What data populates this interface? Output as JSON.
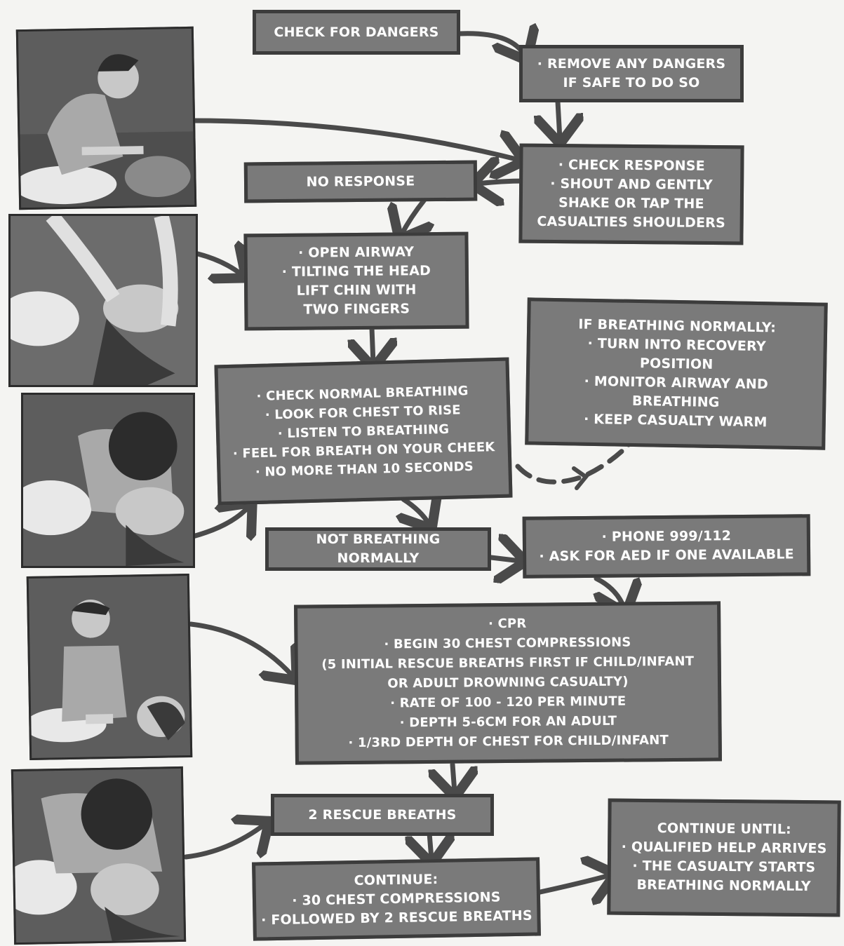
{
  "boxes": {
    "check_dangers": {
      "lines": [
        "CHECK FOR DANGERS"
      ]
    },
    "remove_dangers": {
      "lines": [
        "· REMOVE ANY DANGERS",
        "IF SAFE TO DO SO"
      ]
    },
    "check_response": {
      "lines": [
        "· CHECK RESPONSE",
        "· SHOUT AND GENTLY",
        "SHAKE OR TAP THE",
        "CASUALTIES SHOULDERS"
      ]
    },
    "no_response": {
      "lines": [
        "NO RESPONSE"
      ]
    },
    "open_airway": {
      "lines": [
        "· OPEN AIRWAY",
        "· TILTING THE HEAD",
        "LIFT CHIN WITH",
        "TWO FINGERS"
      ]
    },
    "breathing_normally": {
      "lines": [
        "IF BREATHING NORMALLY:",
        "· TURN INTO RECOVERY",
        "POSITION",
        "· MONITOR AIRWAY AND",
        "BREATHING",
        "· KEEP CASUALTY WARM"
      ]
    },
    "check_breathing": {
      "lines": [
        "· CHECK NORMAL BREATHING",
        "· LOOK FOR CHEST TO RISE",
        "· LISTEN TO BREATHING",
        "· FEEL FOR BREATH ON YOUR CHEEK",
        "· NO MORE THAN 10 SECONDS"
      ]
    },
    "not_breathing": {
      "lines": [
        "NOT BREATHING",
        "NORMALLY"
      ]
    },
    "phone": {
      "lines": [
        "· PHONE 999/112",
        "· ASK FOR AED IF ONE AVAILABLE"
      ]
    },
    "cpr": {
      "lines": [
        "· CPR",
        "· BEGIN 30 CHEST COMPRESSIONS",
        "(5 INITIAL RESCUE BREATHS FIRST IF CHILD/INFANT",
        "OR ADULT DROWNING CASUALTY)",
        "· RATE OF 100 - 120 PER MINUTE",
        "· DEPTH 5-6CM FOR AN ADULT",
        "· 1/3RD DEPTH OF CHEST FOR CHILD/INFANT"
      ]
    },
    "rescue_breaths": {
      "lines": [
        "2 RESCUE BREATHS"
      ]
    },
    "continue": {
      "lines": [
        "CONTINUE:",
        "· 30 CHEST COMPRESSIONS",
        "· FOLLOWED BY 2 RESCUE BREATHS"
      ]
    },
    "continue_until": {
      "lines": [
        "CONTINUE UNTIL:",
        "· QUALIFIED HELP ARRIVES",
        "· THE CASUALTY STARTS",
        "BREATHING NORMALLY"
      ]
    }
  },
  "illustrations": [
    {
      "icon": "shake-shoulders-illustration"
    },
    {
      "icon": "open-airway-illustration"
    },
    {
      "icon": "check-breathing-illustration"
    },
    {
      "icon": "chest-compressions-illustration"
    },
    {
      "icon": "rescue-breaths-illustration"
    }
  ],
  "colors": {
    "box_fill": "#7a7a7a",
    "box_border": "#3c3c3c",
    "arrow": "#4a4a4a",
    "text": "#ffffff"
  }
}
